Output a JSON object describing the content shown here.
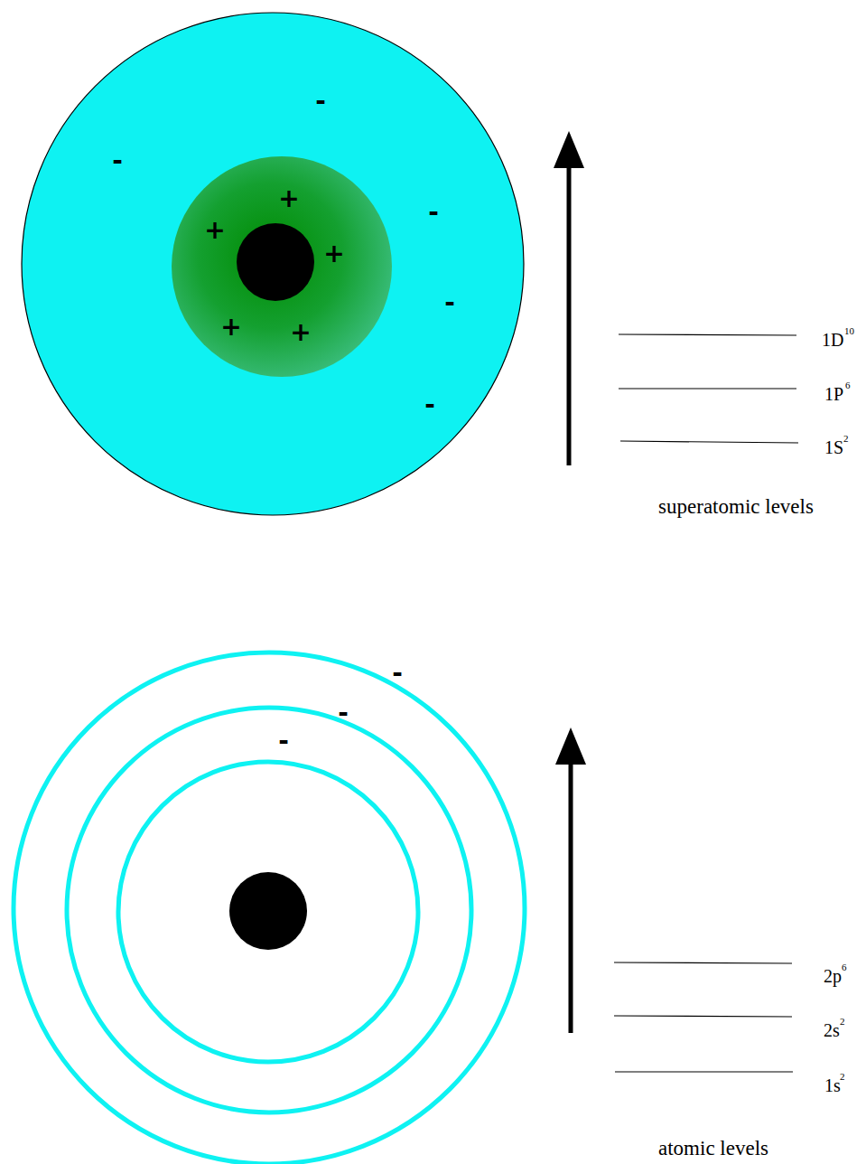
{
  "diagram": {
    "labels": [
      "-",
      "-",
      "-",
      "-",
      "-",
      "+",
      "+",
      "+",
      "+",
      "+",
      "1D",
      "10",
      "1P",
      "6",
      "1S",
      "2",
      "superatomic levels",
      "-",
      "-",
      "-",
      "2p",
      "6",
      "2s",
      "2",
      "1s",
      "2",
      "atomic levels"
    ]
  }
}
